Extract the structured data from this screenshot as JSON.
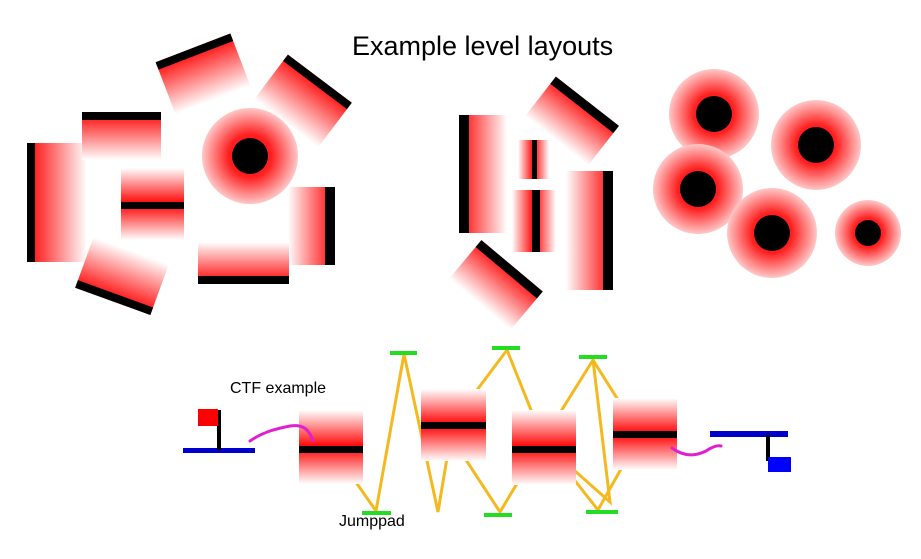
{
  "title": "Example level layouts",
  "labels": {
    "ctf": "CTF example",
    "jumppad": "Jumppad"
  },
  "colors": {
    "platform_red": "#ff0000",
    "edge_black": "#000000",
    "jumppad_green": "#22dd22",
    "trajectory_yellow": "#f5b920",
    "base_blue": "#0000cc",
    "flag_red": "#ff0000",
    "flag_blue": "#0000ff",
    "path_magenta": "#e020d0"
  }
}
